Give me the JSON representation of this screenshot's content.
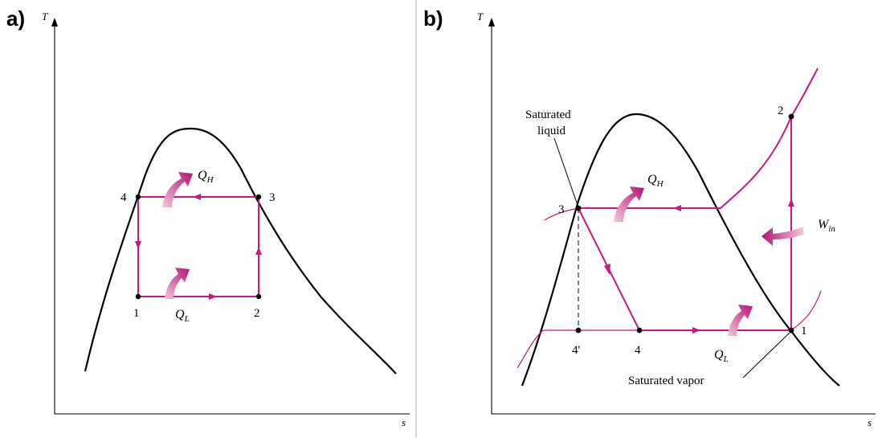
{
  "panel_a": {
    "label": "a)",
    "axis_y": "T",
    "axis_x": "s",
    "points": [
      "1",
      "2",
      "3",
      "4"
    ],
    "q_high": {
      "main": "Q",
      "sub": "H"
    },
    "q_low": {
      "main": "Q",
      "sub": "L"
    }
  },
  "panel_b": {
    "label": "b)",
    "axis_y": "T",
    "axis_x": "s",
    "points": [
      "1",
      "2",
      "3",
      "4",
      "4'"
    ],
    "sat_liquid_line1": "Saturated",
    "sat_liquid_line2": "liquid",
    "sat_vapor": "Saturated vapor",
    "q_high": {
      "main": "Q",
      "sub": "H"
    },
    "q_low": {
      "main": "Q",
      "sub": "L"
    },
    "w_in": {
      "main": "W",
      "sub": "in"
    }
  },
  "colors": {
    "cycle": "#c8177f",
    "arrow_gradient_start": "#f6c6de",
    "arrow_gradient_end": "#b5106f",
    "dome": "#000000"
  }
}
